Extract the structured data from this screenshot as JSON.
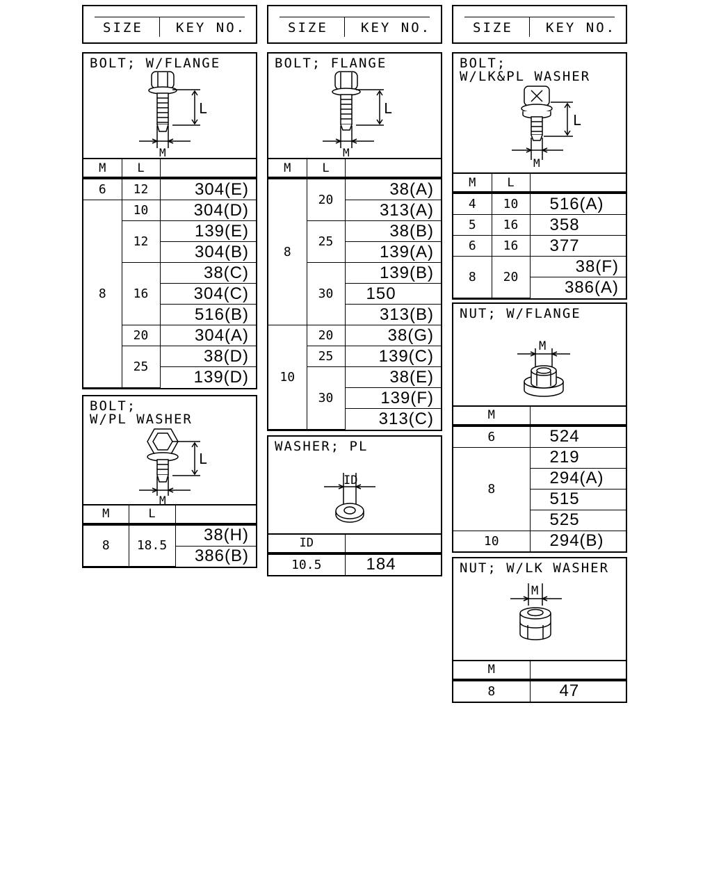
{
  "header": {
    "size_label": "SIZE",
    "key_label": "KEY NO."
  },
  "cols": {
    "m": "M",
    "l": "L",
    "id": "ID"
  },
  "bolt_w_flange": {
    "title": "BOLT; W/FLANGE",
    "rows": [
      {
        "m": "6",
        "l": "12",
        "key": "304(E)"
      },
      {
        "m": "8",
        "l": "10",
        "key": "304(D)"
      },
      {
        "l": "12",
        "keys": [
          "139(E)",
          "304(B)"
        ]
      },
      {
        "l": "16",
        "keys": [
          "38(C)",
          "304(C)",
          "516(B)"
        ]
      },
      {
        "l": "20",
        "key": "304(A)"
      },
      {
        "l": "25",
        "keys": [
          "38(D)",
          "139(D)"
        ]
      }
    ]
  },
  "bolt_flange": {
    "title": "BOLT; FLANGE",
    "m8": "8",
    "m10": "10",
    "g1": {
      "l": "20",
      "keys": [
        "38(A)",
        "313(A)"
      ]
    },
    "g2": {
      "l": "25",
      "keys": [
        "38(B)",
        "139(A)"
      ]
    },
    "g3": {
      "l": "30",
      "keys": [
        "139(B)",
        "150",
        "313(B)"
      ]
    },
    "g4": {
      "l": "20",
      "key": "38(G)"
    },
    "g5": {
      "l": "25",
      "key": "139(C)"
    },
    "g6": {
      "l": "30",
      "keys": [
        "38(E)",
        "139(F)",
        "313(C)"
      ]
    }
  },
  "bolt_lk_pl_washer": {
    "title": "BOLT;\nW/LK&PL WASHER",
    "rows": [
      {
        "m": "4",
        "l": "10",
        "key": "516(A)"
      },
      {
        "m": "5",
        "l": "16",
        "key": "358"
      },
      {
        "m": "6",
        "l": "16",
        "key": "377"
      },
      {
        "m": "8",
        "l": "20",
        "keys": [
          "38(F)",
          "386(A)"
        ]
      }
    ]
  },
  "bolt_pl_washer": {
    "title": "BOLT;\nW/PL WASHER",
    "rows": [
      {
        "m": "8",
        "l": "18.5",
        "keys": [
          "38(H)",
          "386(B)"
        ]
      }
    ]
  },
  "washer_pl": {
    "title": "WASHER; PL",
    "rows": [
      {
        "id": "10.5",
        "key": "184"
      }
    ]
  },
  "nut_w_flange": {
    "title": "NUT; W/FLANGE",
    "m6": {
      "m": "6",
      "key": "524"
    },
    "m8": {
      "m": "8",
      "keys": [
        "219",
        "294(A)",
        "515",
        "525"
      ]
    },
    "m10": {
      "m": "10",
      "key": "294(B)"
    }
  },
  "nut_w_lk_washer": {
    "title": "NUT; W/LK WASHER",
    "rows": [
      {
        "m": "8",
        "key": "47"
      }
    ]
  }
}
